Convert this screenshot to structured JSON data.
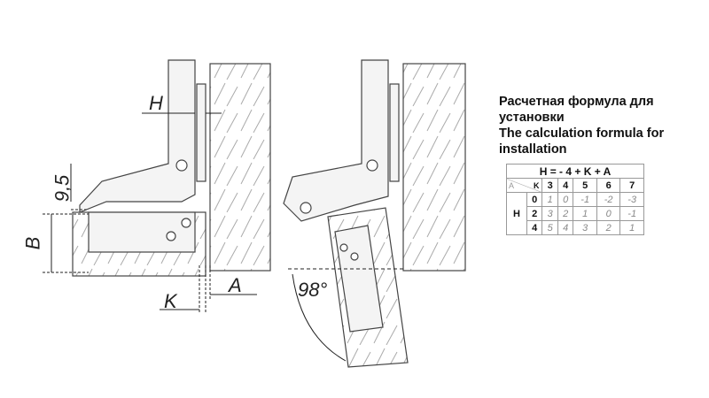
{
  "labels": {
    "H": "H",
    "s95": "9,5",
    "B": "B",
    "K": "K",
    "A": "A",
    "angle": "98°"
  },
  "title": {
    "line1": "Расчетная формула для",
    "line2": "установки",
    "line3": "The calculation formula for",
    "line4": "installation"
  },
  "table": {
    "formula": "H = - 4 + K + A",
    "corner_a": "A",
    "corner_k": "K",
    "k_values": [
      "3",
      "4",
      "5",
      "6",
      "7"
    ],
    "h_label": "H",
    "rows": [
      {
        "a": "0",
        "values": [
          "1",
          "0",
          "-1",
          "-2",
          "-3"
        ]
      },
      {
        "a": "2",
        "values": [
          "3",
          "2",
          "1",
          "0",
          "-1"
        ]
      },
      {
        "a": "4",
        "values": [
          "5",
          "4",
          "3",
          "2",
          "1"
        ]
      }
    ]
  }
}
